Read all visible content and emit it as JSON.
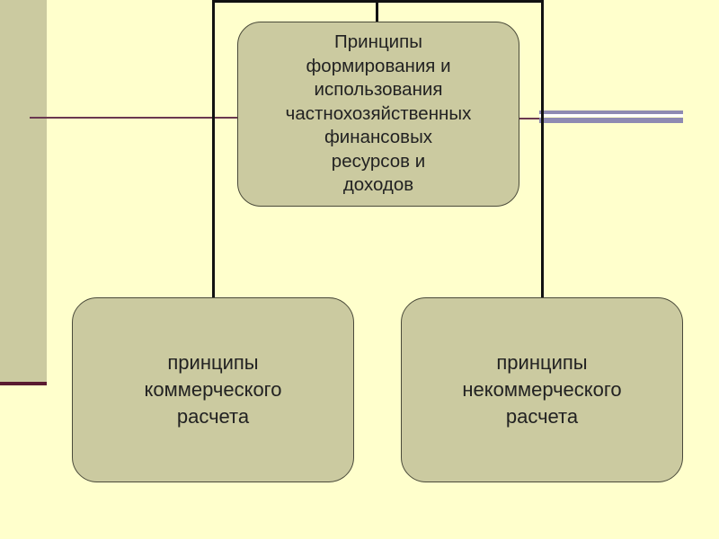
{
  "diagram": {
    "top_node": {
      "text": "Принципы\nформирования и\nиспользования\nчастнохозяйственных\nфинансовых\nресурсов и\nдоходов"
    },
    "left_node": {
      "text": "принципы\nкоммерческого\nрасчета"
    },
    "right_node": {
      "text": "принципы\nнекоммерческого\nрасчета"
    }
  },
  "colors": {
    "background": "#ffffcc",
    "box_fill": "#cbcaa0",
    "box_border": "#4a4a3a",
    "connector": "#111111",
    "accent_dark": "#5a1a30",
    "accent_lavender": "#8e8ab2"
  }
}
